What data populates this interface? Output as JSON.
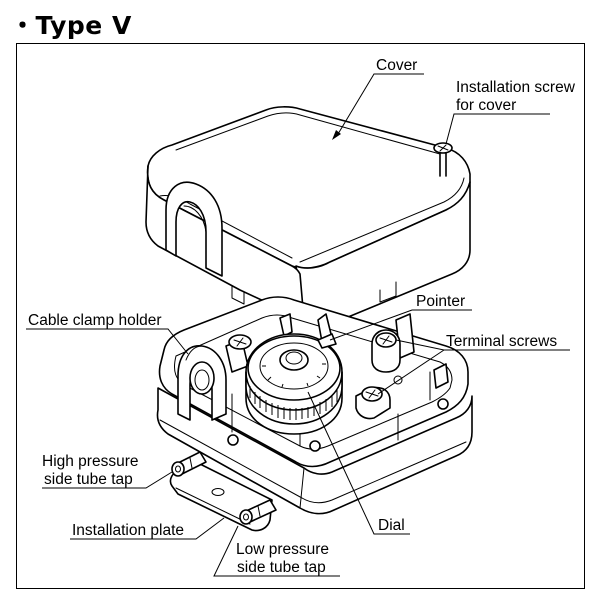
{
  "title": "・Type V",
  "labels": {
    "cover": "Cover",
    "installation_screw_line1": "Installation screw",
    "installation_screw_line2": "for cover",
    "pointer": "Pointer",
    "cable_clamp_holder": "Cable clamp holder",
    "terminal_screws": "Terminal screws",
    "high_pressure_line1": "High pressure",
    "high_pressure_line2": "side tube tap",
    "installation_plate": "Installation plate",
    "dial": "Dial",
    "low_pressure_line1": "Low pressure",
    "low_pressure_line2": "side tube tap"
  }
}
